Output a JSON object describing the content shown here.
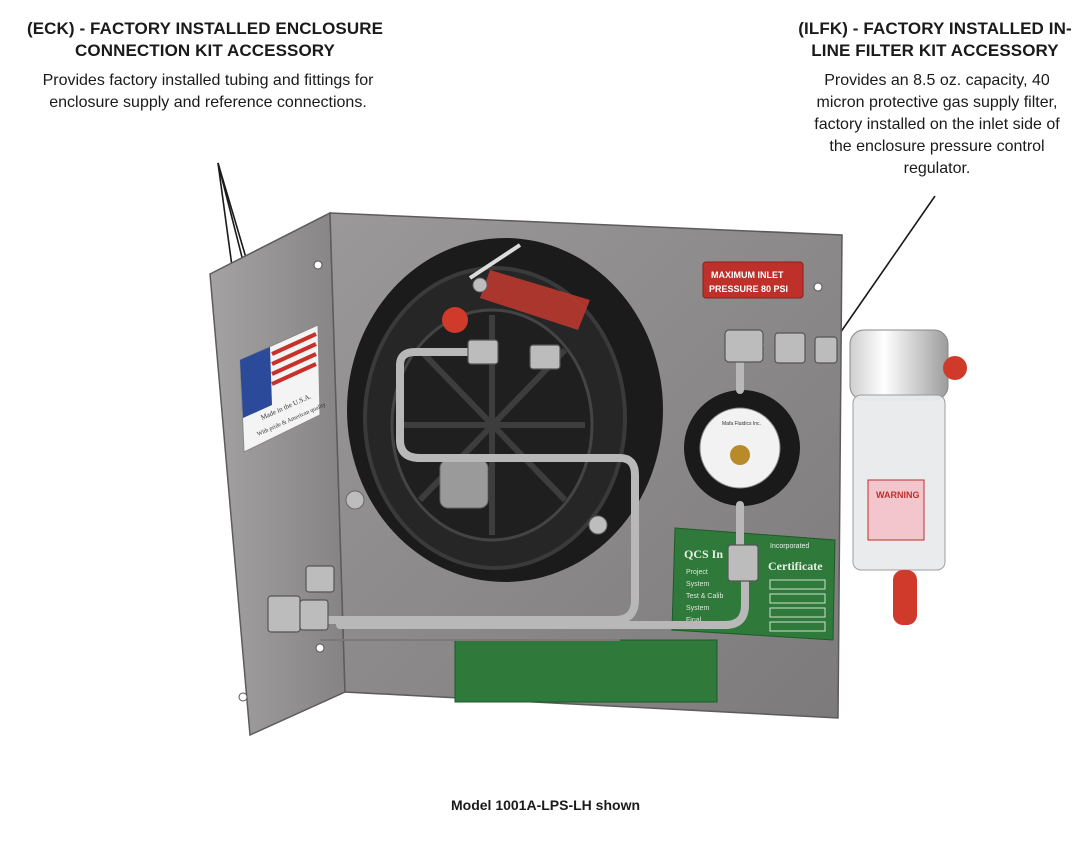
{
  "callouts": {
    "eck": {
      "title_line1": "(ECK) - FACTORY INSTALLED ENCLOSURE",
      "title_line2": "CONNECTION KIT ACCESSORY",
      "description": "Provides factory installed tubing and fittings for enclosure supply and reference connections."
    },
    "ilfk": {
      "title_line1": "(ILFK) - FACTORY INSTALLED IN-",
      "title_line2": "LINE FILTER KIT ACCESSORY",
      "description": "Provides an 8.5 oz. capacity, 40 micron protective gas supply filter, factory installed on the inlet side of the enclosure pressure control regulator."
    }
  },
  "photo_labels": {
    "max_inlet_line1": "MAXIMUM   INLET",
    "max_inlet_line2": "PRESSURE   80  PSI",
    "flag_text_1": "Made in the U.S.A.",
    "flag_text_2": "With pride & American quality",
    "certificate_title": "QCS In",
    "certificate_title_2": "Certificate",
    "certificate_incorporated": "Incorporated",
    "certificate_rows": [
      "Project",
      "System",
      "Test & Calib",
      "System",
      "Final"
    ],
    "filter_warning": "WARNING",
    "regulator_brand": "Mafa Fluidics Inc."
  },
  "caption": "Model 1001A-LPS-LH shown",
  "colors": {
    "panel": "#8a8888",
    "panel_dark": "#6e6c6c",
    "green_plate": "#2f7a3a",
    "label_red": "#c0302a",
    "cap_red": "#cf3a2a"
  }
}
